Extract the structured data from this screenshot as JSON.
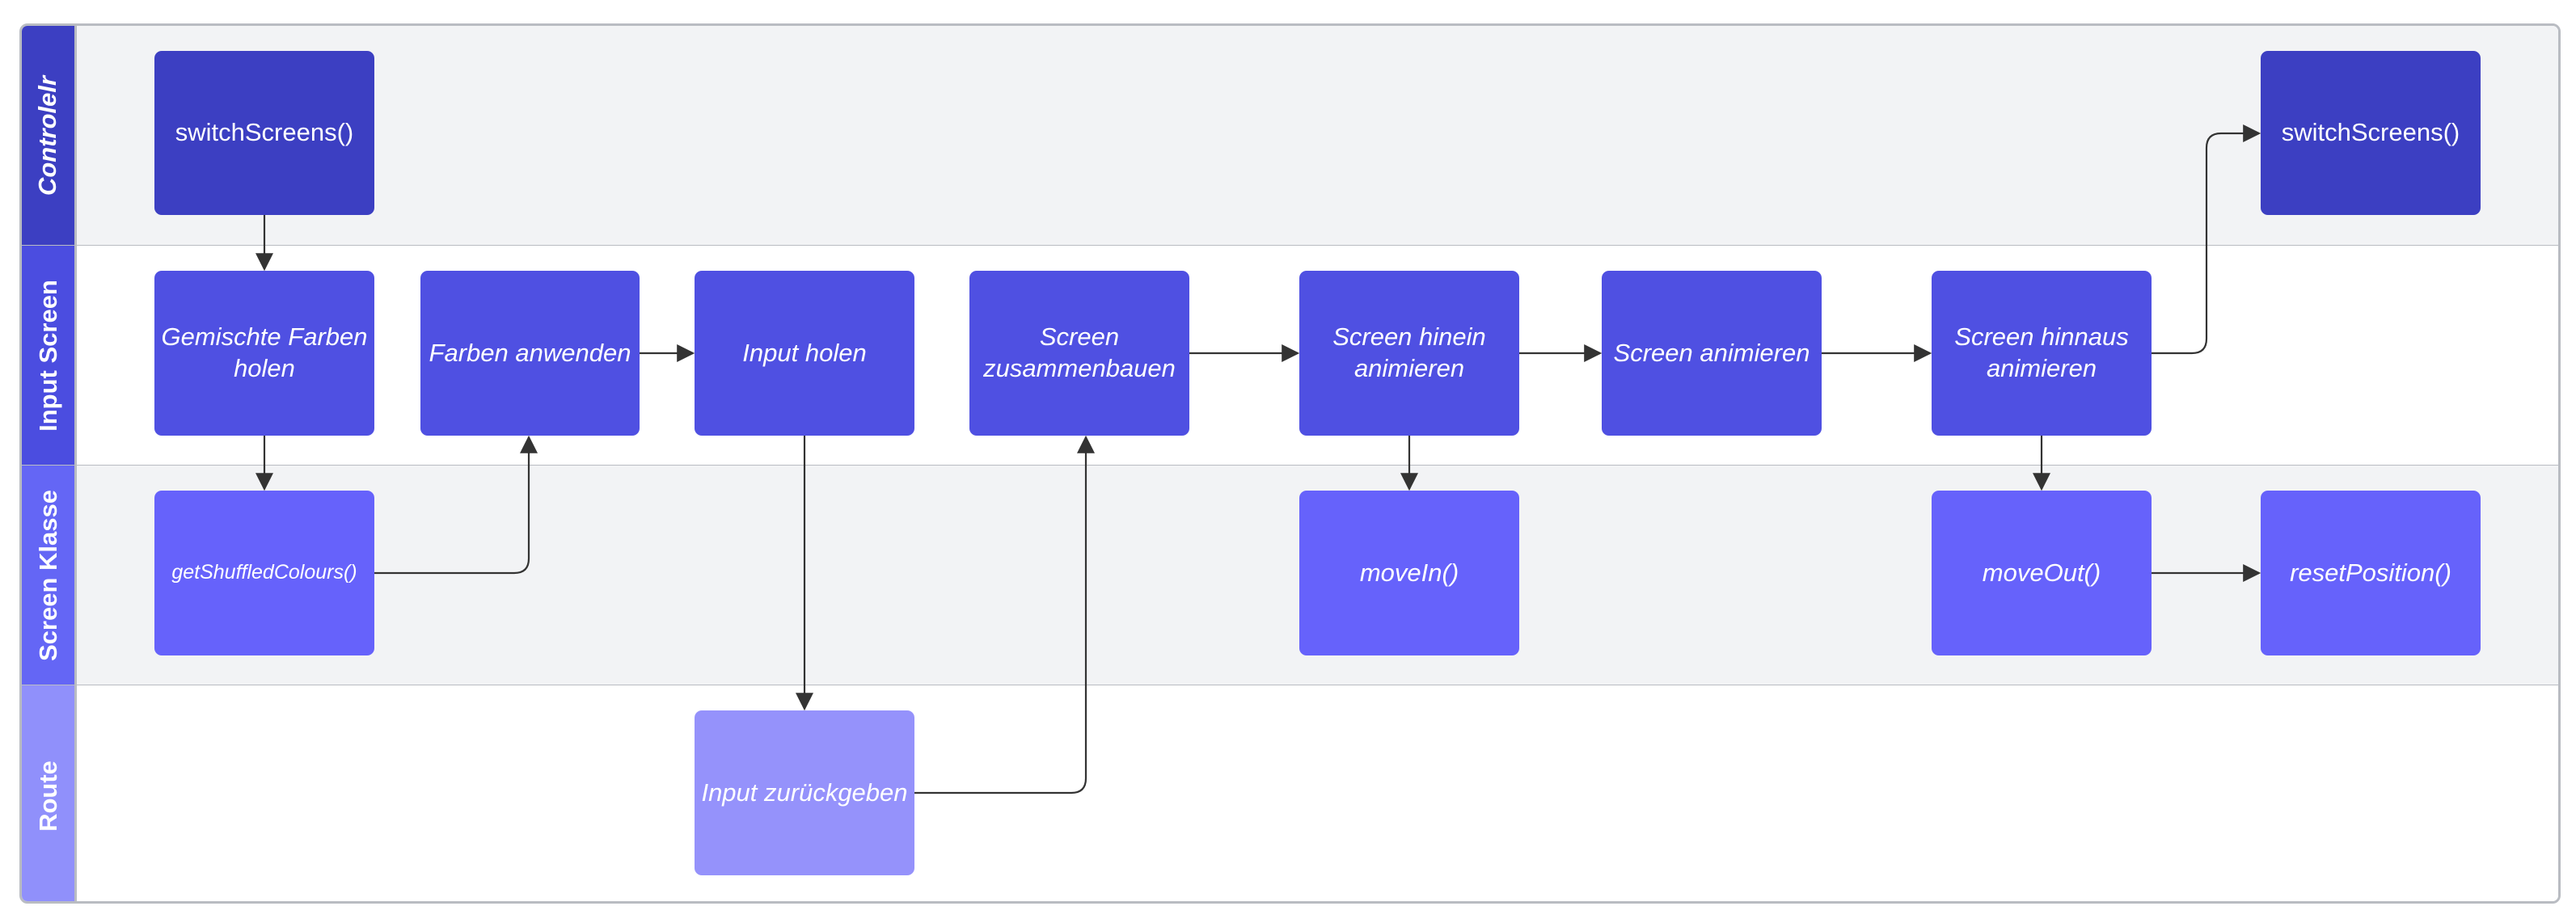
{
  "colors": {
    "lane_controller_header": "#3c3fc2",
    "lane_input_header": "#4b4de0",
    "lane_screen_header": "#6466f5",
    "lane_route_header": "#9090fb",
    "lane_bg_grey": "#f2f3f5",
    "lane_bg_white": "#ffffff",
    "node_controller": "#3c3fc2",
    "node_input": "#4f50e2",
    "node_screen": "#6662fb",
    "node_route": "#9592fb",
    "edge": "#333333"
  },
  "lanes": [
    {
      "id": "controller",
      "label": "Controlelr"
    },
    {
      "id": "input",
      "label": "Input Screen"
    },
    {
      "id": "screen",
      "label": "Screen Klasse"
    },
    {
      "id": "route",
      "label": "Route"
    }
  ],
  "nodes": {
    "switch1": "switchScreens()",
    "switch2": "switchScreens()",
    "mixed_colors": "Gemischte Farben holen",
    "apply_colors": "Farben anwenden",
    "get_input": "Input holen",
    "assemble": "Screen zusammenbauen",
    "animate_in": "Screen hinein animieren",
    "animate": "Screen animieren",
    "animate_out": "Screen hinnaus animieren",
    "shuffled": "getShuffledColours()",
    "move_in": "moveIn()",
    "move_out": "moveOut()",
    "reset": "resetPosition()",
    "return_input": "Input zurückgeben"
  },
  "edges": [
    {
      "from": "switch1",
      "to": "mixed_colors"
    },
    {
      "from": "mixed_colors",
      "to": "shuffled"
    },
    {
      "from": "shuffled",
      "to": "apply_colors"
    },
    {
      "from": "apply_colors",
      "to": "get_input"
    },
    {
      "from": "get_input",
      "to": "return_input"
    },
    {
      "from": "return_input",
      "to": "assemble"
    },
    {
      "from": "assemble",
      "to": "animate_in"
    },
    {
      "from": "animate_in",
      "to": "move_in"
    },
    {
      "from": "animate_in",
      "to": "animate"
    },
    {
      "from": "animate",
      "to": "animate_out"
    },
    {
      "from": "animate_out",
      "to": "move_out"
    },
    {
      "from": "animate_out",
      "to": "switch2"
    },
    {
      "from": "move_out",
      "to": "reset"
    }
  ]
}
